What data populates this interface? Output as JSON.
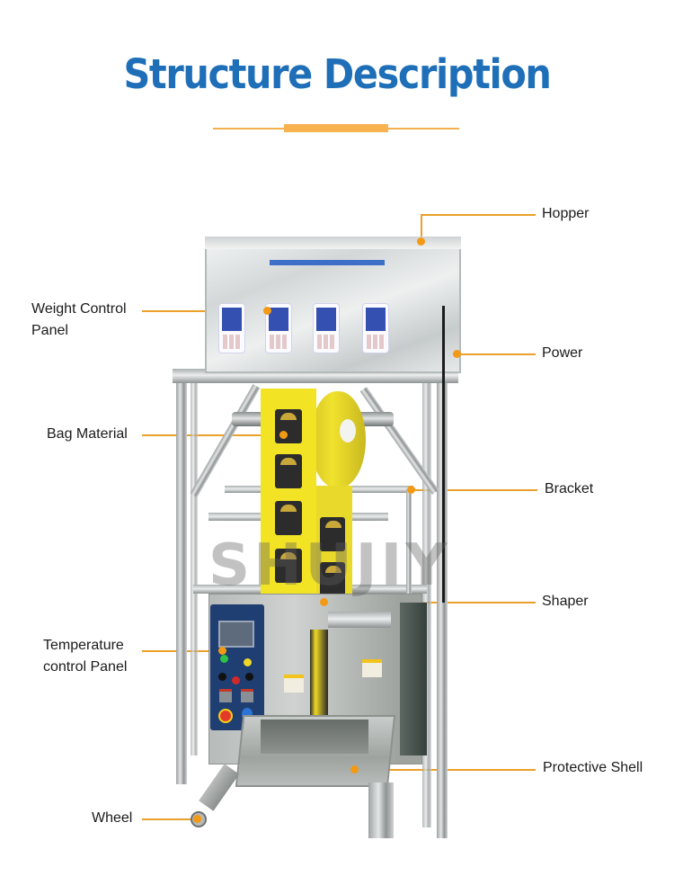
{
  "header": {
    "title": "Structure Description",
    "title_color": "#1e6fb8",
    "accent_color": "#f8b24f"
  },
  "watermark": "SHUJIY",
  "callouts": {
    "left": [
      {
        "id": "weight-control-panel",
        "label_line1": "Weight Control",
        "label_line2": "Panel"
      },
      {
        "id": "bag-material",
        "label_line1": "Bag Material"
      },
      {
        "id": "temperature-control-panel",
        "label_line1": "Temperature",
        "label_line2": "control Panel"
      },
      {
        "id": "wheel",
        "label_line1": "Wheel"
      }
    ],
    "right": [
      {
        "id": "hopper",
        "label_line1": "Hopper"
      },
      {
        "id": "power",
        "label_line1": "Power"
      },
      {
        "id": "bracket",
        "label_line1": "Bracket"
      },
      {
        "id": "shaper",
        "label_line1": "Shaper"
      },
      {
        "id": "protective-shell",
        "label_line1": "Protective Shell"
      }
    ]
  },
  "callout_style": {
    "line_color": "#eaa02a",
    "dot_color": "#f39a14",
    "text_color": "#1b1b1b"
  }
}
